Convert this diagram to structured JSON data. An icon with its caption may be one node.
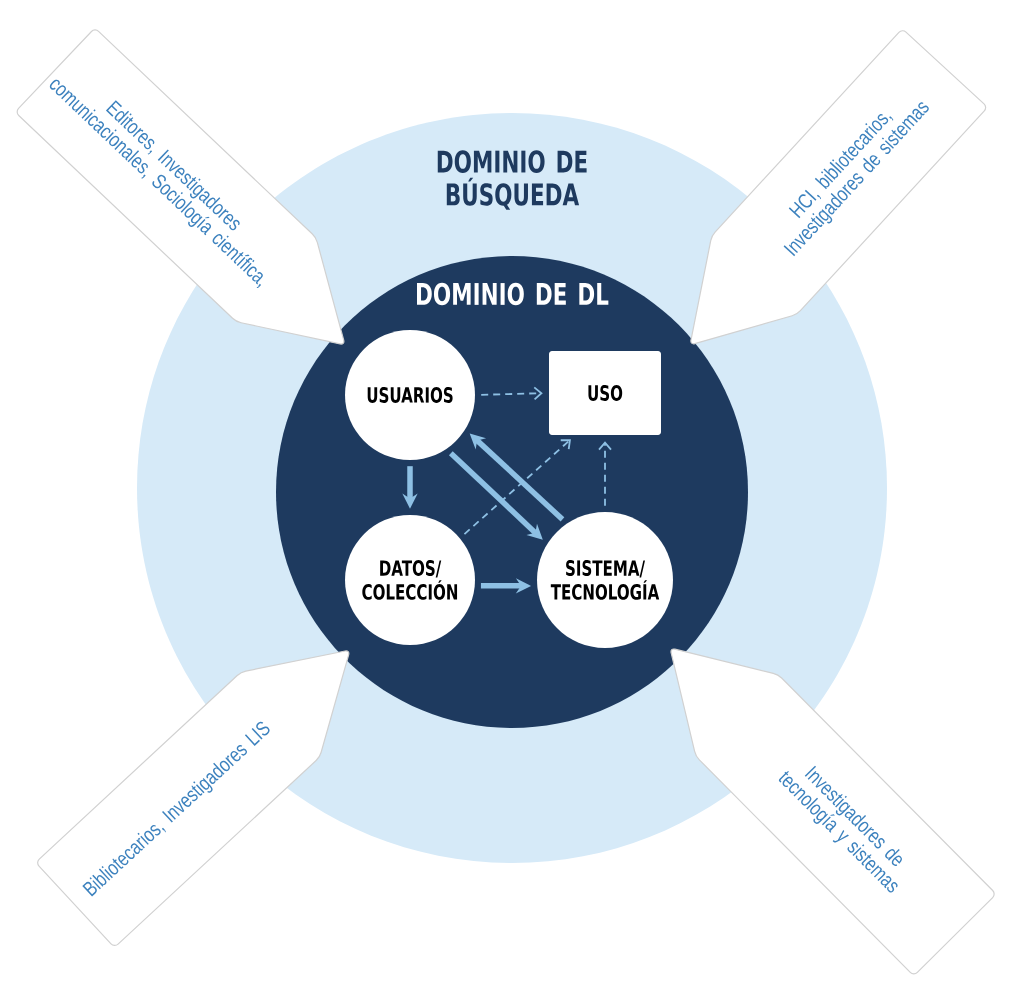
{
  "diagram": {
    "nodes": [
      {
        "text": [
          "DOMINIO DE BÚSQUEDA"
        ]
      },
      {
        "text": [
          "DOMINIO DE DL"
        ],
        "in": 0
      },
      {
        "text": [
          "USUARIOS"
        ],
        "in": 1
      },
      {
        "text": [
          "USO"
        ],
        "in": 1
      },
      {
        "text": [
          "DATOS/ COLECCIÓN"
        ],
        "in": 1
      },
      {
        "text": [
          "SISTEMA/ TECNOLOGÍA"
        ],
        "in": 1
      },
      {
        "text": [
          "Editores, Investigadores comunicacionales, Sociología científica,"
        ]
      },
      {
        "text": [
          "HCI, bibliotecarios, Investigadores de sistemas"
        ]
      },
      {
        "text": [
          "Bibliotecarios, Investigadores LIS"
        ]
      },
      {
        "text": [
          "Investigadores de tecnología y sistemas"
        ]
      }
    ],
    "edges": [
      {
        "from": 2,
        "to": 3,
        "arrow": "to",
        "style": "dashed"
      },
      {
        "from": 2,
        "to": 4,
        "arrow": "to"
      },
      {
        "from": 2,
        "to": 5,
        "arrow": "to"
      },
      {
        "from": 5,
        "to": 2,
        "arrow": "to"
      },
      {
        "from": 4,
        "to": 5,
        "arrow": "to"
      },
      {
        "from": 4,
        "to": 3,
        "arrow": "to",
        "style": "dashed"
      },
      {
        "from": 5,
        "to": 3,
        "arrow": "to",
        "style": "dashed"
      }
    ]
  }
}
